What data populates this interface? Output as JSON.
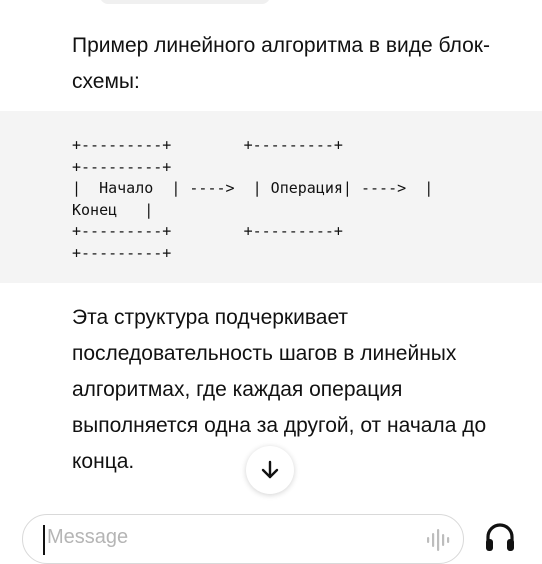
{
  "conversation": {
    "intro_text": "Пример линейного алгоритма в виде блок-схемы:",
    "code_text": "+---------+        +---------+\n+---------+\n|  Начало  | ---->  | Операция| ---->  |\nКонец   |\n+---------+        +---------+\n+---------+",
    "outro_text": "Эта структура подчеркивает последовательность шагов в линейных алгоритмах, где каждая операция выполняется одна за другой, от начала до конца."
  },
  "composer": {
    "placeholder": "Message",
    "value": ""
  },
  "icons": {
    "scroll_down": "arrow-down-icon",
    "voice": "voice-waveform-icon",
    "headset": "headset-icon"
  }
}
